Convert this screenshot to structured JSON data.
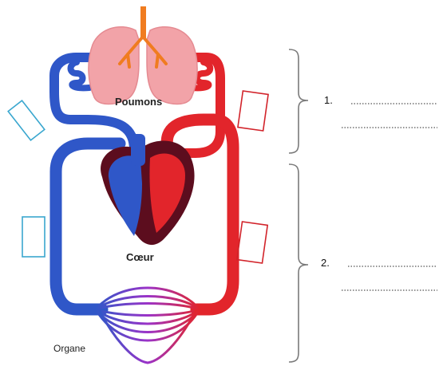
{
  "labels": {
    "lungs": "Poumons",
    "heart": "Cœur",
    "organ": "Organe"
  },
  "answers": [
    {
      "number": "1."
    },
    {
      "number": "2."
    }
  ],
  "colors": {
    "venous_blue": "#2f57c8",
    "arterial_red": "#e2252b",
    "lung_pink": "#f2a3a8",
    "trachea_orange": "#f07c20",
    "heart_dark": "#5c0d1e",
    "box_cyan": "#3aa7cf",
    "box_red": "#d2232a",
    "capillary_purple": "#9b33c8",
    "bracket_gray": "#7a7a7a"
  },
  "icons": [
    "lungs-icon",
    "heart-icon",
    "capillary-network-icon"
  ]
}
